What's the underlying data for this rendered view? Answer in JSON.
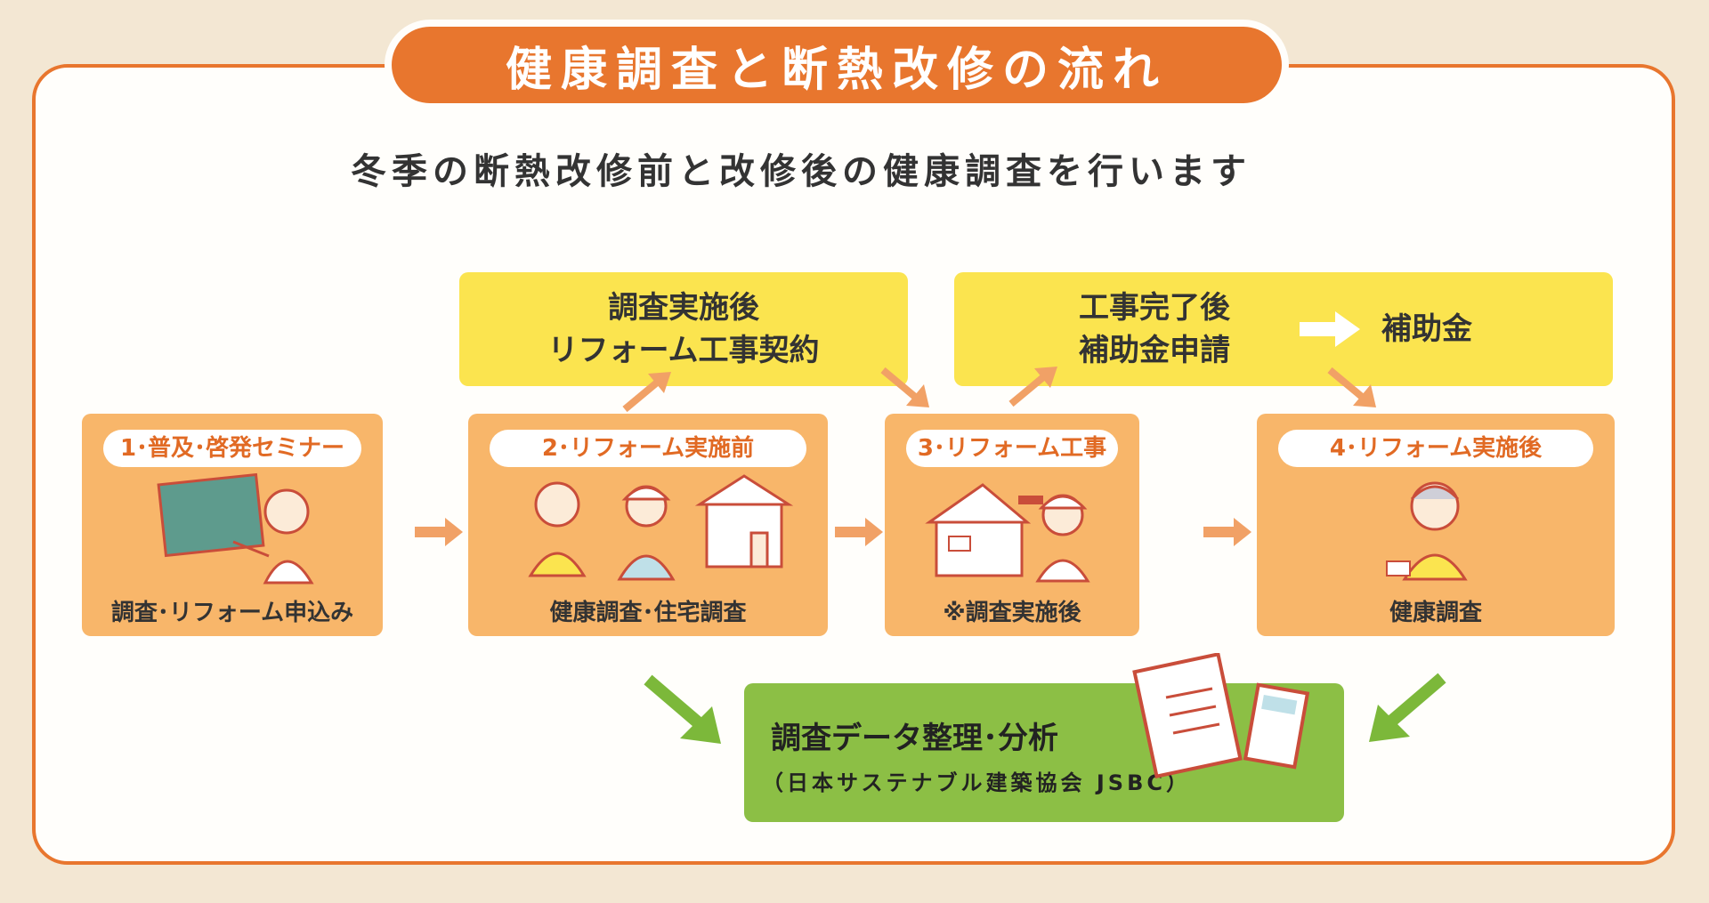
{
  "title": "健康調査と断熱改修の流れ",
  "subtitle": "冬季の断熱改修前と改修後の健康調査を行います",
  "yellow_boxes": [
    {
      "line1": "調査実施後",
      "line2": "リフォーム工事契約"
    },
    {
      "line1": "工事完了後",
      "line2": "補助金申請",
      "result": "補助金"
    }
  ],
  "stages": [
    {
      "header": "1･普及･啓発セミナー",
      "caption": "調査･リフォーム申込み",
      "icon": "seminar-teacher-icon"
    },
    {
      "header": "2･リフォーム実施前",
      "caption": "健康調査･住宅調査",
      "icon": "survey-people-house-icon"
    },
    {
      "header": "3･リフォーム工事",
      "caption": "※調査実施後",
      "icon": "construction-worker-house-icon"
    },
    {
      "header": "4･リフォーム実施後",
      "caption": "健康調査",
      "icon": "elderly-person-icon"
    }
  ],
  "analysis": {
    "main": "調査データ整理･分析",
    "org": "（日本サステナブル建築協会 JSBC）"
  },
  "colors": {
    "orange": "#e8762e",
    "yellow": "#fbe44f",
    "stage": "#f8b66a",
    "green": "#8cbf45",
    "arrow_orange": "#f1a166",
    "arrow_green": "#7cb83a"
  }
}
